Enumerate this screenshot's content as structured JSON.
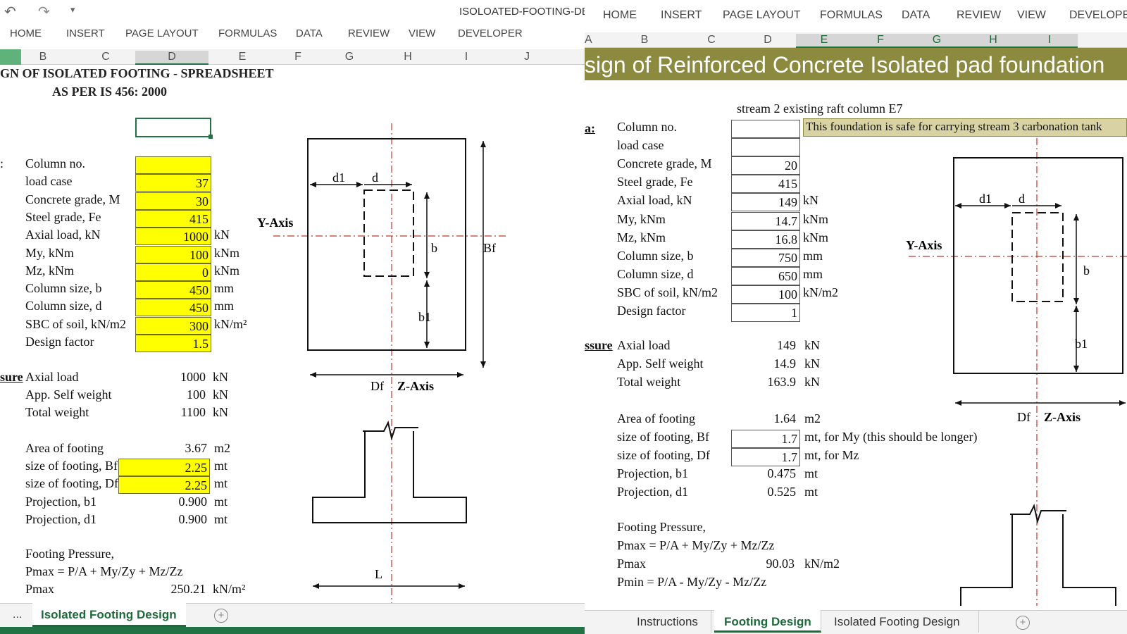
{
  "left": {
    "qat_label": "▾",
    "file_title": "ISOLOATED-FOOTING-DES",
    "ribbon_tabs": [
      "HOME",
      "INSERT",
      "PAGE LAYOUT",
      "FORMULAS",
      "DATA",
      "REVIEW",
      "VIEW",
      "DEVELOPER"
    ],
    "columns": [
      "B",
      "C",
      "D",
      "E",
      "F",
      "G",
      "H",
      "I",
      "J"
    ],
    "title_line1": "GN OF ISOLATED FOOTING - SPREADSHEET",
    "title_line2": "AS PER IS 456: 2000",
    "inputs": [
      {
        "label": "Column no.",
        "value": "",
        "unit": ""
      },
      {
        "label": "load case",
        "value": "37",
        "unit": ""
      },
      {
        "label": "Concrete grade, M",
        "value": "30",
        "unit": ""
      },
      {
        "label": "Steel grade, Fe",
        "value": "415",
        "unit": ""
      },
      {
        "label": "Axial load, kN",
        "value": "1000",
        "unit": "kN"
      },
      {
        "label": "My, kNm",
        "value": "100",
        "unit": "kNm"
      },
      {
        "label": "Mz, kNm",
        "value": "0",
        "unit": "kNm"
      },
      {
        "label": "Column size, b",
        "value": "450",
        "unit": "mm"
      },
      {
        "label": "Column size, d",
        "value": "450",
        "unit": "mm"
      },
      {
        "label": "SBC of soil, kN/m2",
        "value": "300",
        "unit": "kN/m²"
      },
      {
        "label": "Design factor",
        "value": "1.5",
        "unit": ""
      }
    ],
    "edge_marker_1": ":",
    "pressure_marker": "sure",
    "loads": [
      {
        "label": "Axial load",
        "value": "1000",
        "unit": "kN"
      },
      {
        "label": "App. Self weight",
        "value": "100",
        "unit": "kN"
      },
      {
        "label": "Total weight",
        "value": "1100",
        "unit": "kN"
      }
    ],
    "area": {
      "label": "Area of footing",
      "value": "3.67",
      "unit": "m2"
    },
    "bf": {
      "label": "size of footing, Bf",
      "value": "2.25",
      "unit": "mt"
    },
    "df": {
      "label": "size of footing, Df",
      "value": "2.25",
      "unit": "mt"
    },
    "b1": {
      "label": "Projection, b1",
      "value": "0.900",
      "unit": "mt"
    },
    "d1": {
      "label": "Projection, d1",
      "value": "0.900",
      "unit": "mt"
    },
    "pressure_title": "Footing Pressure,",
    "pmax_formula": "Pmax = P/A + My/Zy + Mz/Zz",
    "pmax": {
      "label": "Pmax",
      "value": "250.21",
      "unit": "kN/m²"
    },
    "diagram": {
      "d1": "d1",
      "d": "d",
      "b": "b",
      "b1": "b1",
      "bf": "Bf",
      "df": "Df",
      "y_axis": "Y-Axis",
      "z_axis": "Z-Axis",
      "l": "L"
    },
    "sheet_more": "...",
    "sheet_tab": "Isolated Footing Design",
    "add_sheet": "+"
  },
  "right": {
    "ribbon_tabs": [
      "HOME",
      "INSERT",
      "PAGE LAYOUT",
      "FORMULAS",
      "DATA",
      "REVIEW",
      "VIEW",
      "DEVELOPE"
    ],
    "columns": [
      "A",
      "B",
      "C",
      "D",
      "E",
      "F",
      "G",
      "H",
      "I"
    ],
    "banner": "sign of Reinforced Concrete Isolated pad foundation",
    "subtitle": "stream 2 existing raft column E7",
    "note": "This foundation is safe for carrying stream 3 carbonation tank",
    "data_marker": "a:",
    "inputs": [
      {
        "label": "Column no.",
        "value": "",
        "unit": ""
      },
      {
        "label": "load case",
        "value": "",
        "unit": ""
      },
      {
        "label": "Concrete grade, M",
        "value": "20",
        "unit": ""
      },
      {
        "label": "Steel grade, Fe",
        "value": "415",
        "unit": ""
      },
      {
        "label": "Axial load, kN",
        "value": "149",
        "unit": "kN"
      },
      {
        "label": "My, kNm",
        "value": "14.7",
        "unit": "kNm"
      },
      {
        "label": "Mz, kNm",
        "value": "16.8",
        "unit": "kNm"
      },
      {
        "label": "Column size, b",
        "value": "750",
        "unit": "mm"
      },
      {
        "label": "Column size, d",
        "value": "650",
        "unit": "mm"
      },
      {
        "label": "SBC of soil, kN/m2",
        "value": "100",
        "unit": "kN/m2"
      },
      {
        "label": "Design factor",
        "value": "1",
        "unit": ""
      }
    ],
    "pressure_marker": "ssure",
    "loads": [
      {
        "label": "Axial load",
        "value": "149",
        "unit": "kN"
      },
      {
        "label": "App. Self weight",
        "value": "14.9",
        "unit": "kN"
      },
      {
        "label": "Total weight",
        "value": "163.9",
        "unit": "kN"
      }
    ],
    "area": {
      "label": "Area of footing",
      "value": "1.64",
      "unit": "m2"
    },
    "bf": {
      "label": "size of footing, Bf",
      "value": "1.7",
      "unit": "mt, for My (this should be longer)"
    },
    "df": {
      "label": "size of footing, Df",
      "value": "1.7",
      "unit": "mt, for Mz"
    },
    "b1": {
      "label": "Projection, b1",
      "value": "0.475",
      "unit": "mt"
    },
    "d1": {
      "label": "Projection, d1",
      "value": "0.525",
      "unit": "mt"
    },
    "pressure_title": "Footing Pressure,",
    "pmax_formula": "Pmax = P/A + My/Zy + Mz/Zz",
    "pmax": {
      "label": "Pmax",
      "value": "90.03",
      "unit": "kN/m2"
    },
    "pmin_formula": "Pmin = P/A - My/Zy - Mz/Zz",
    "diagram": {
      "d1": "d1",
      "d": "d",
      "b": "b",
      "b1": "b1",
      "df": "Df",
      "y_axis": "Y-Axis",
      "z_axis": "Z-Axis"
    },
    "sheet_tabs": [
      "Instructions",
      "Footing Design",
      "Isolated Footing Design"
    ],
    "active_tab": 1,
    "add_sheet": "+"
  },
  "colors": {
    "yellow_cell": "#ffff00",
    "banner_bg": "#8c8a3e",
    "note_bg": "#d9d3a3",
    "excel_green": "#1d6b3a",
    "axis_red": "#c0392b"
  }
}
